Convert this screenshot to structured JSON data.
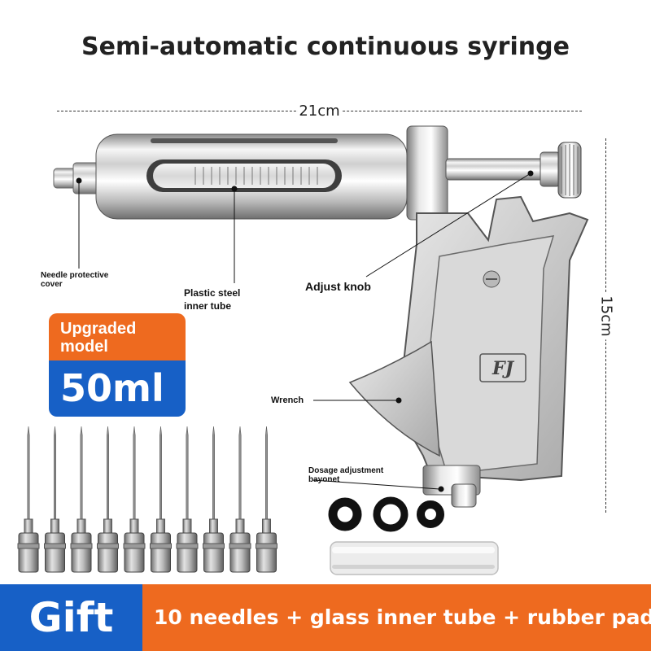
{
  "title": "Semi-automatic continuous syringe",
  "dimensions": {
    "length": "21cm",
    "height": "15cm"
  },
  "labels": {
    "needle_cover_line1": "Needle protective",
    "needle_cover_line2": "cover",
    "inner_tube_line1": "Plastic steel",
    "inner_tube_line2": "inner tube",
    "adjust_knob": "Adjust knob",
    "wrench": "Wrench",
    "dosage_line1": "Dosage adjustment",
    "dosage_line2": "bayonet",
    "logo": "FJ"
  },
  "badge": {
    "top_line1": "Upgraded",
    "top_line2": "model",
    "volume": "50ml"
  },
  "gift": {
    "label": "Gift",
    "contents": "10 needles + glass inner tube + rubber pad"
  },
  "needles": {
    "count": 10
  },
  "colors": {
    "orange": "#ee6a1f",
    "blue": "#1760c6"
  },
  "icons": [
    "syringe-illustration",
    "needle-icon",
    "rubber-ring-icon",
    "glass-tube-icon"
  ]
}
